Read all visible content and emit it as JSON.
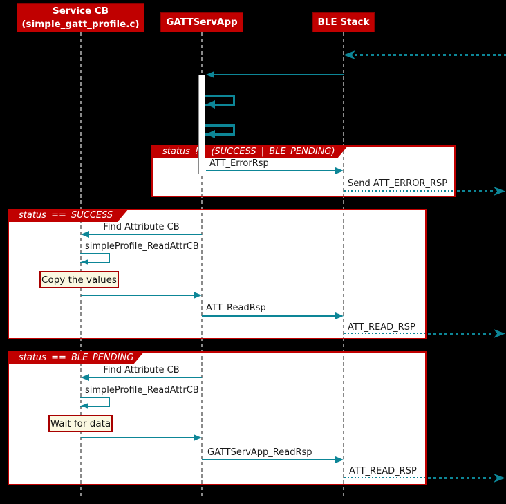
{
  "diagram": {
    "type": "uml-sequence-diagram",
    "participants": [
      {
        "id": "service-cb",
        "line1": "Service CB",
        "line2": "(simple_gatt_profile.c)"
      },
      {
        "id": "gattservapp",
        "line1": "GATTServApp"
      },
      {
        "id": "ble-stack",
        "line1": "BLE Stack"
      }
    ],
    "frames": [
      {
        "title": "status != (SUCCESS | BLE_PENDING)",
        "messages": [
          {
            "label": "ATT_ErrorRsp",
            "from": "GATTServApp",
            "to": "BLE Stack",
            "style": "solid"
          },
          {
            "label": "Send ATT_ERROR_RSP",
            "from": "BLE Stack",
            "to": "outside-right",
            "style": "dotted"
          }
        ]
      },
      {
        "title": "status == SUCCESS",
        "note": "Copy the values",
        "messages": [
          {
            "label": "Find Attribute CB",
            "from": "GATTServApp",
            "to": "Service CB",
            "style": "solid"
          },
          {
            "label": "simpleProfile_ReadAttrCB",
            "from": "Service CB",
            "to": "Service CB",
            "style": "self-call"
          },
          {
            "label": "ATT_ReadRsp",
            "from": "GATTServApp",
            "to": "BLE Stack",
            "style": "solid"
          },
          {
            "label": "ATT_READ_RSP",
            "from": "BLE Stack",
            "to": "outside-right",
            "style": "dotted"
          }
        ]
      },
      {
        "title": "status == BLE_PENDING",
        "note": "Wait for data",
        "messages": [
          {
            "label": "Find Attribute CB",
            "from": "GATTServApp",
            "to": "Service CB",
            "style": "solid"
          },
          {
            "label": "simpleProfile_ReadAttrCB",
            "from": "Service CB",
            "to": "Service CB",
            "style": "self-call"
          },
          {
            "label": "GATTServApp_ReadRsp",
            "from": "GATTServApp",
            "to": "BLE Stack",
            "style": "solid"
          },
          {
            "label": "ATT_READ_RSP",
            "from": "BLE Stack",
            "to": "outside-right",
            "style": "dotted"
          }
        ]
      }
    ],
    "unlabeled_arrows": [
      {
        "from": "outside-right",
        "to": "BLE Stack",
        "style": "dotted-thick"
      },
      {
        "from": "BLE Stack",
        "to": "GATTServApp",
        "style": "solid"
      },
      {
        "from": "GATTServApp",
        "to": "GATTServApp",
        "style": "self-call"
      },
      {
        "from": "GATTServApp",
        "to": "GATTServApp",
        "style": "self-call"
      },
      {
        "from": "Service CB",
        "to": "GATTServApp",
        "style": "solid"
      },
      {
        "from": "Service CB",
        "to": "GATTServApp",
        "style": "solid"
      }
    ],
    "colors": {
      "background": "#000000",
      "participant_fill": "#C00000",
      "frame_border": "#C00000",
      "frame_background": "#FFFFFF",
      "arrow": "#0D8697",
      "note_background": "#FBF8E1",
      "note_border": "#A80000",
      "lifeline": "#8A8A8A",
      "text_on_red": "#FFFFFF",
      "message_text": "#1A1A1A"
    }
  }
}
